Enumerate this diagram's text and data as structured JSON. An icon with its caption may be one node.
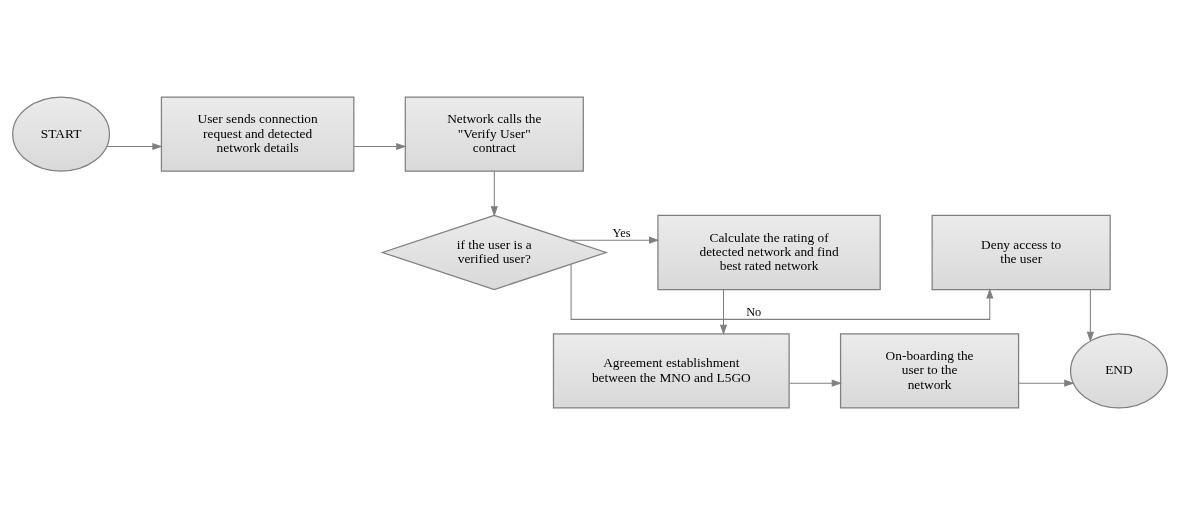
{
  "diagram": {
    "nodes": [
      {
        "text": [
          "START"
        ]
      },
      {
        "text": [
          "User sends connection request and detected network details"
        ]
      },
      {
        "text": [
          "Network calls the \"Verify User\" contract"
        ]
      },
      {
        "text": [
          "if the user is a verified user?"
        ]
      },
      {
        "text": [
          "Calculate the rating of detected network and find best rated network"
        ]
      },
      {
        "text": [
          "Deny access to the user"
        ]
      },
      {
        "text": [
          "Agreement establishment between the MNO and L5GO"
        ]
      },
      {
        "text": [
          "On-boarding the user to the network"
        ]
      },
      {
        "text": [
          "END"
        ]
      }
    ],
    "edges": [
      {
        "from": 0,
        "to": 1,
        "arrow": "to"
      },
      {
        "from": 1,
        "to": 2,
        "arrow": "to"
      },
      {
        "from": 2,
        "to": 3,
        "arrow": "to"
      },
      {
        "from": 3,
        "to": 4,
        "arrow": "to",
        "label": "Yes"
      },
      {
        "from": 3,
        "to": 5,
        "arrow": "to",
        "label": "No"
      },
      {
        "from": 4,
        "to": 6,
        "arrow": "to"
      },
      {
        "from": 6,
        "to": 7,
        "arrow": "to"
      },
      {
        "from": 7,
        "to": 8,
        "arrow": "to"
      },
      {
        "from": 5,
        "to": 8,
        "arrow": "to"
      }
    ]
  }
}
